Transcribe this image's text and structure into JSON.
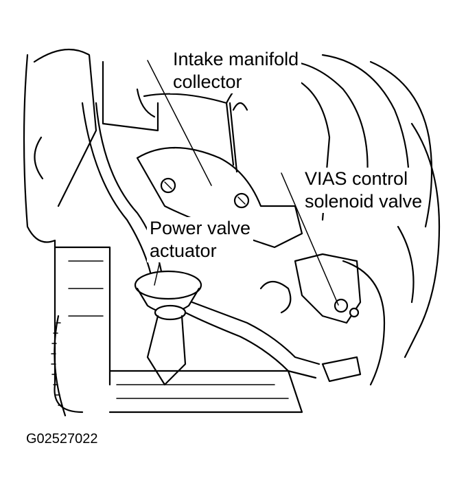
{
  "labels": {
    "intake_line1": "Intake manifold",
    "intake_line2": "collector",
    "vias_line1": "VIAS control",
    "vias_line2": "solenoid valve",
    "power_line1": "Power valve",
    "power_line2": "actuator"
  },
  "figure_id": "G02527022"
}
